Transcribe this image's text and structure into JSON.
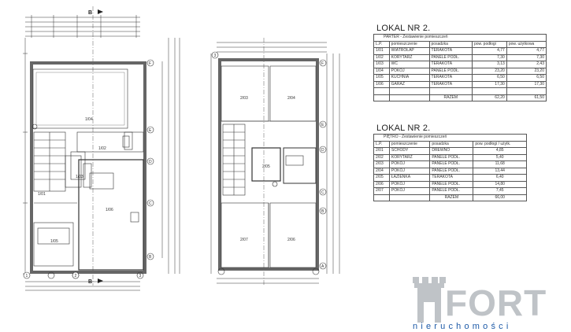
{
  "ground_plan": {
    "section_mark_top": "B",
    "section_mark_bottom": "B",
    "axes_right": [
      "F",
      "E",
      "D",
      "C",
      "B"
    ],
    "axes_bottom": [
      "1",
      "2",
      "3"
    ],
    "rooms": [
      {
        "id": "1/04"
      },
      {
        "id": "1/05"
      },
      {
        "id": "1/06"
      },
      {
        "id": "1/02"
      },
      {
        "id": "1/03"
      },
      {
        "id": "1/01"
      }
    ]
  },
  "upper_plan": {
    "axes_left": [
      "3"
    ],
    "axes_right": [
      "F",
      "E",
      "D",
      "C",
      "B",
      "A"
    ],
    "rooms": [
      {
        "id": "2/03"
      },
      {
        "id": "2/04"
      },
      {
        "id": "2/05"
      },
      {
        "id": "2/06"
      },
      {
        "id": "2/07"
      }
    ]
  },
  "table_parter": {
    "title": "LOKAL NR 2.",
    "subtitle": "PARTER - Zestawienie pomieszczeń",
    "headers": [
      "L.P.",
      "pomieszczenie",
      "posadzka",
      "pow. podłogi",
      "pow. użytkowa"
    ],
    "rows": [
      [
        "1/01",
        "WIATROŁAP",
        "TERAKOTA",
        "4,77",
        "4,77"
      ],
      [
        "1/02",
        "KORYTARZ",
        "PANELE PODŁ.",
        "7,30",
        "7,30"
      ],
      [
        "1/03",
        "WC",
        "TERAKOTA",
        "3,13",
        "2,43"
      ],
      [
        "1/04",
        "POKÓJ",
        "PANELE PODŁ.",
        "23,20",
        "23,20"
      ],
      [
        "1/05",
        "KUCHNIA",
        "TERAKOTA",
        "6,50",
        "6,50"
      ],
      [
        "1/06",
        "GARAŻ",
        "TERAKOTA",
        "17,30",
        "17,30"
      ]
    ],
    "total_label": "RAZEM",
    "total_floor": "62,20",
    "total_usable": "61,50"
  },
  "table_pietro": {
    "title": "LOKAL NR 2.",
    "subtitle": "PIĘTRO - Zestawienie pomieszczeń",
    "headers": [
      "L.P.",
      "pomieszczenie",
      "posadzka",
      "pow. podłogi / użytk."
    ],
    "rows": [
      [
        "2/01",
        "SCHODY",
        "DREWNO",
        "4,85"
      ],
      [
        "2/02",
        "KORYTARZ",
        "PANELE PODŁ.",
        "5,40"
      ],
      [
        "2/03",
        "POKÓJ",
        "PANELE PODŁ.",
        "11,68"
      ],
      [
        "2/04",
        "POKÓJ",
        "PANELE PODŁ.",
        "13,44"
      ],
      [
        "2/05",
        "ŁAZIENKA",
        "TERAKOTA",
        "6,40"
      ],
      [
        "2/06",
        "POKÓJ",
        "PANELE PODŁ.",
        "14,80"
      ],
      [
        "2/07",
        "POKÓJ",
        "PANELE PODŁ.",
        "7,45"
      ]
    ],
    "total_label": "RAZEM",
    "total_value": "66,00"
  },
  "logo": {
    "name": "FORT",
    "tagline": "nieruchomości",
    "colors": {
      "grey": "#bfc3c7",
      "blue": "#1d5aa8"
    }
  }
}
